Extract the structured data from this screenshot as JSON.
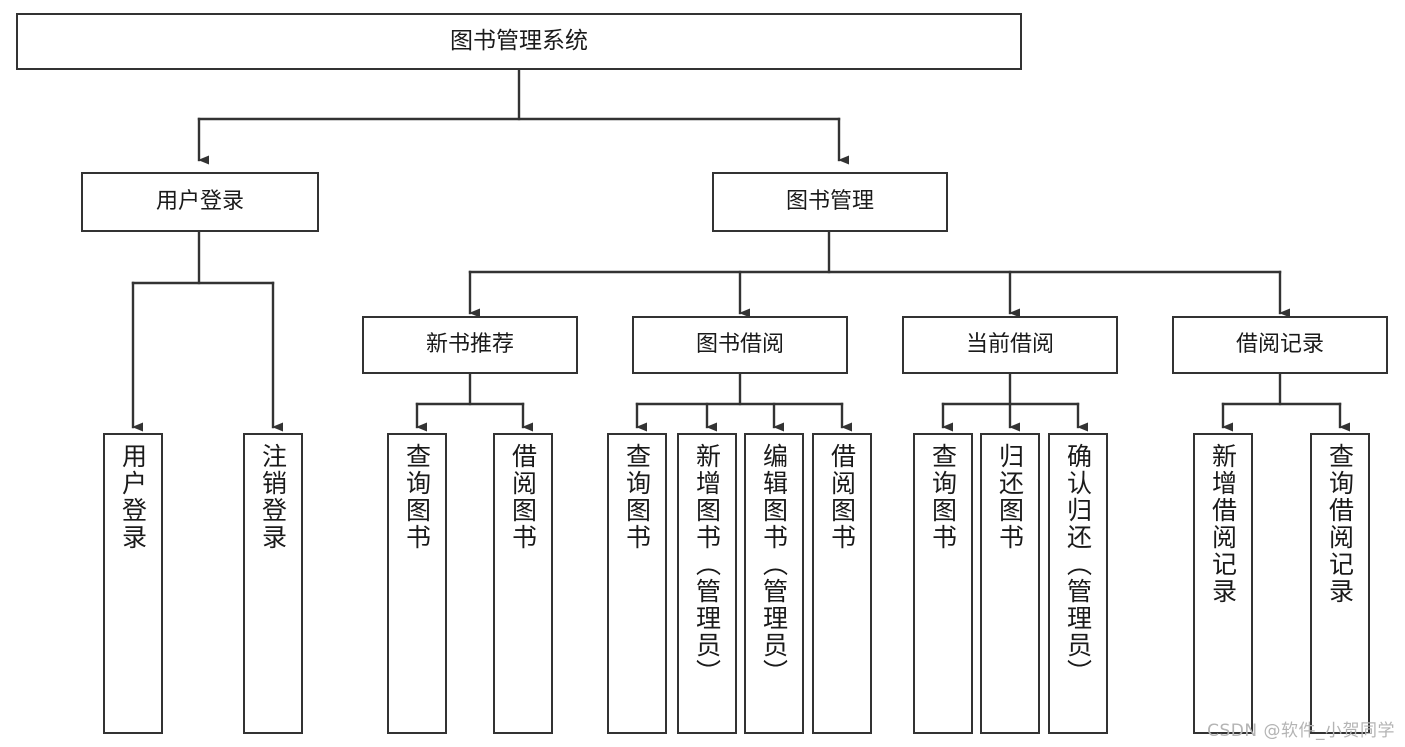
{
  "diagram": {
    "title": "图书管理系统",
    "type": "tree",
    "watermark": "CSDN @软件_小贺同学",
    "colors": {
      "box_stroke": "#333333",
      "box_fill": "#ffffff",
      "edge_stroke": "#333333",
      "text": "#1a1a1a",
      "watermark": "#b4b4b4",
      "background": "#ffffff"
    },
    "root": {
      "label": "图书管理系统"
    },
    "level1": [
      {
        "label": "用户登录"
      },
      {
        "label": "图书管理"
      }
    ],
    "level2": [
      {
        "label": "新书推荐"
      },
      {
        "label": "图书借阅"
      },
      {
        "label": "当前借阅"
      },
      {
        "label": "借阅记录"
      }
    ],
    "leaves": {
      "user_login": [
        {
          "label": "用户登录"
        },
        {
          "label": "注销登录"
        }
      ],
      "new_book_recommend": [
        {
          "label": "查询图书"
        },
        {
          "label": "借阅图书"
        }
      ],
      "book_borrow": [
        {
          "label": "查询图书"
        },
        {
          "label": "新增图书（管理员）"
        },
        {
          "label": "编辑图书（管理员）"
        },
        {
          "label": "借阅图书"
        }
      ],
      "current_borrow": [
        {
          "label": "查询图书"
        },
        {
          "label": "归还图书"
        },
        {
          "label": "确认归还（管理员）"
        }
      ],
      "borrow_record": [
        {
          "label": "新增借阅记录"
        },
        {
          "label": "查询借阅记录"
        }
      ]
    }
  }
}
